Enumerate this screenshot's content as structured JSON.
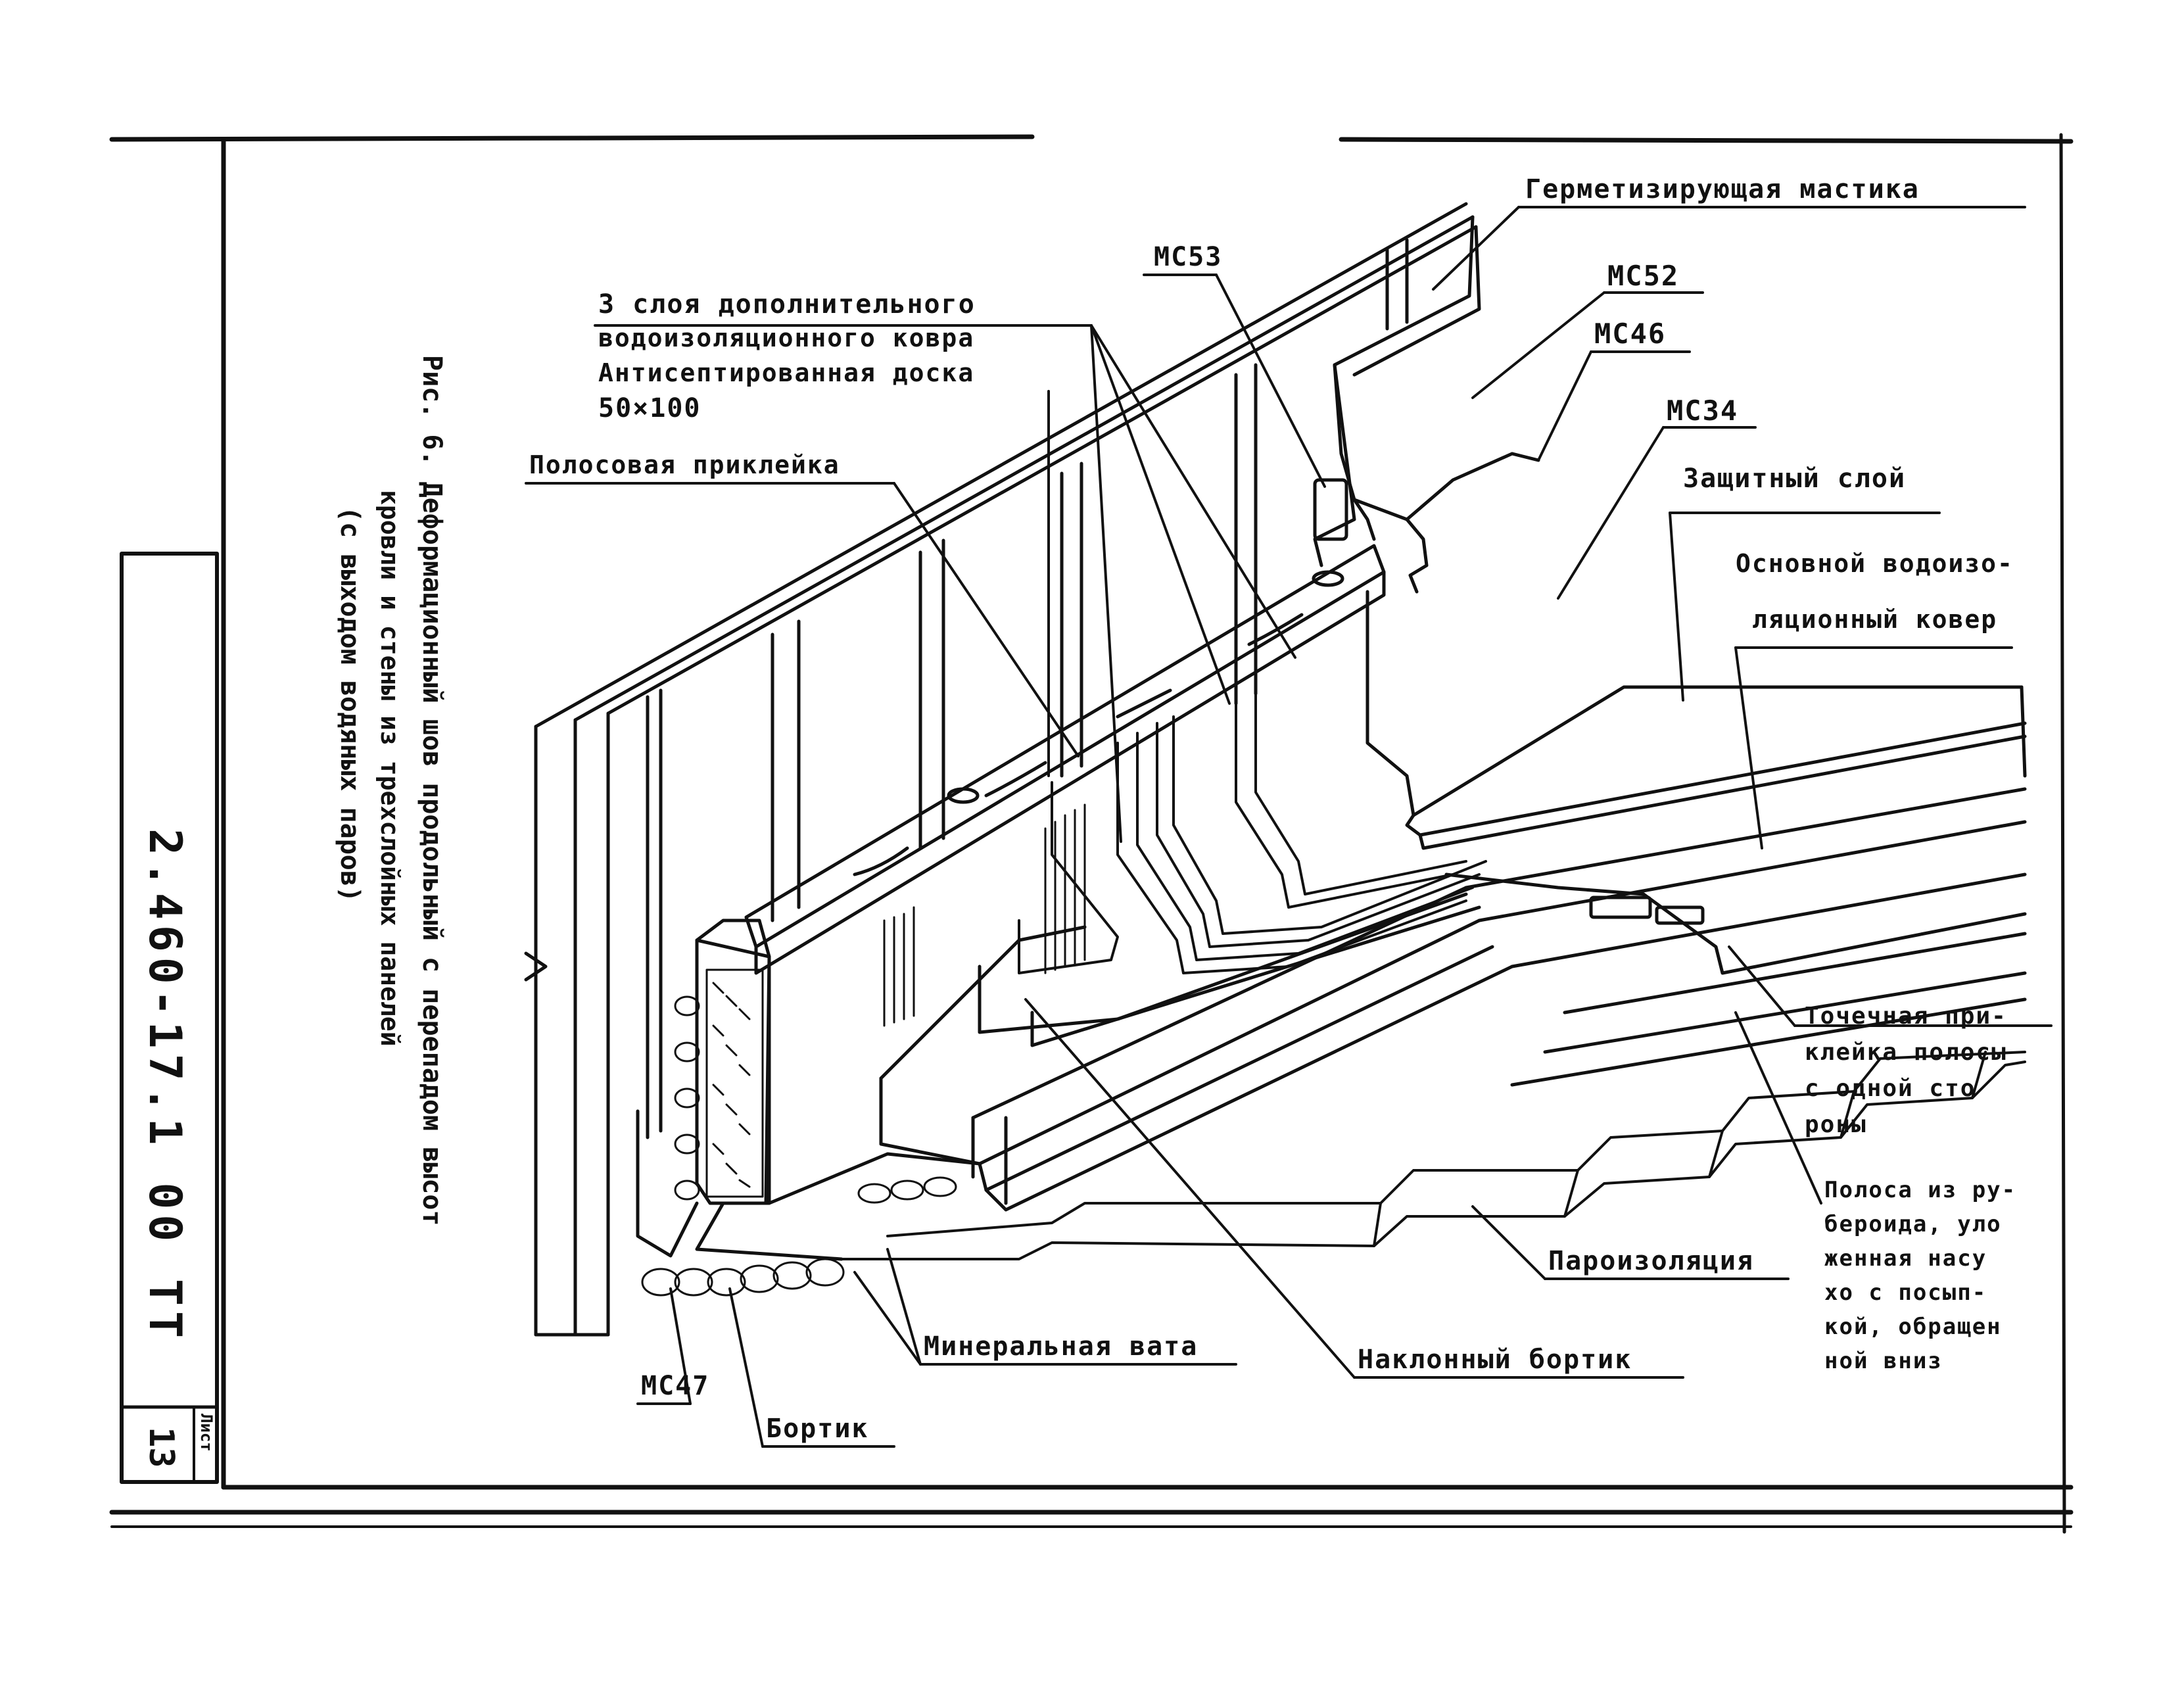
{
  "title_block": {
    "caption_line1": "Рис. 6. Деформационный шов продольный с перепадом высот",
    "caption_line2": "кровли и стены из трехслойных панелей",
    "caption_line3": "(с выходом водяных паров)",
    "doc_code": "2.460-17.1 00 ТТ",
    "sheet_label": "Лист",
    "sheet_number": "13"
  },
  "labels": {
    "hermetic_mastic": "Герметизирующая мастика",
    "mc53": "МС53",
    "mc52": "МС52",
    "mc46": "МС46",
    "mc34": "МС34",
    "layers3_line1": "3 слоя дополнительного",
    "layers3_line2": "водоизоляционного ковра",
    "antiseptic_board": "Антисептированная доска",
    "board_size": "50×100",
    "strip_gluing": "Полосовая приклейка",
    "protective_layer": "Защитный слой",
    "main_carpet_line1": "Основной водоизо-",
    "main_carpet_line2": "ляционный ковер",
    "spot_gluing_line1": "Точечная при-",
    "spot_gluing_line2": "клейка полосы",
    "spot_gluing_line3": "с одной сто",
    "spot_gluing_line4": "роны",
    "ruberoid_line1": "Полоса из ру-",
    "ruberoid_line2": "бероида, уло",
    "ruberoid_line3": "женная насу",
    "ruberoid_line4": "хо с посып-",
    "ruberoid_line5": "кой, обращен",
    "ruberoid_line6": "ной вниз",
    "vapor_barrier": "Пароизоляция",
    "sloped_curb": "Наклонный бортик",
    "mineral_wool": "Минеральная вата",
    "mc47": "МС47",
    "curb": "Бортик"
  }
}
